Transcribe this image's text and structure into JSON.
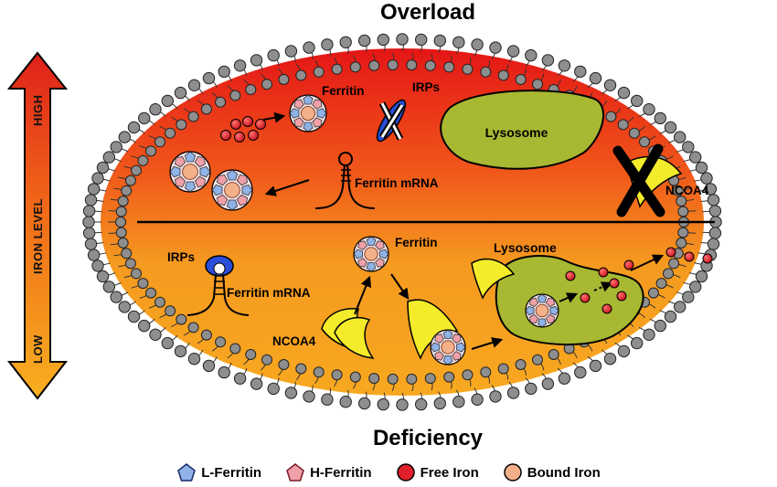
{
  "title_top": "Overload",
  "title_bottom": "Deficiency",
  "iron_axis": {
    "label": "IRON LEVEL",
    "high": "HIGH",
    "low": "LOW"
  },
  "overload": {
    "ferritin": "Ferritin",
    "irps": "IRPs",
    "lysosome": "Lysosome",
    "ferritin_mrna": "Ferritin mRNA",
    "ncoa4": "NCOA4"
  },
  "deficiency": {
    "irps": "IRPs",
    "ferritin_mrna": "Ferritin mRNA",
    "ferritin": "Ferritin",
    "lysosome": "Lysosome",
    "ncoa4": "NCOA4"
  },
  "legend": [
    {
      "label": "L-Ferritin",
      "shape": "pentagon",
      "color": "#8fb3e8"
    },
    {
      "label": "H-Ferritin",
      "shape": "pentagon",
      "color": "#f0a0a8"
    },
    {
      "label": "Free Iron",
      "shape": "circle",
      "color": "#e0202a"
    },
    {
      "label": "Bound Iron",
      "shape": "circle",
      "color": "#f4b088"
    }
  ],
  "colors": {
    "overload_red": "#e8201a",
    "deficiency_orange": "#f7a21e",
    "lysosome_green": "#a8b832",
    "ncoa4_yellow": "#f4ec2a",
    "irp_blue": "#2a4fd8",
    "membrane_gray": "#8e8e8e"
  }
}
